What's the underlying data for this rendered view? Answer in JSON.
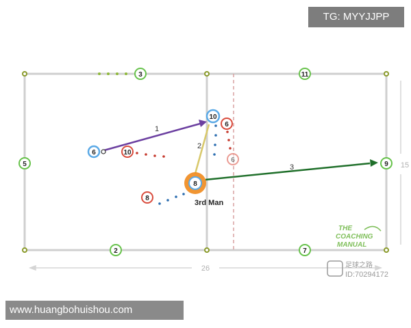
{
  "watermark_top": "TG: MYYJJPP",
  "watermark_bottom": "www.huangbohuishou.com",
  "pitch": {
    "width_label": "26",
    "height_label": "15",
    "logo_line1": "THE",
    "logo_line2": "COACHING",
    "logo_line3": "MANUAL",
    "source_line1": "足球之路",
    "source_line2": "ID:70294172"
  },
  "players": {
    "green_top": "3",
    "green_top_right": "11",
    "green_left": "5",
    "green_right": "9",
    "green_bottom": "2",
    "green_bottom_right": "7",
    "blue_left": "6",
    "blue_top": "10",
    "center": "8",
    "red_left": "10",
    "red_top": "6",
    "red_faded": "6",
    "red_bottom": "8"
  },
  "passes": {
    "pass1": "1",
    "pass2": "2",
    "pass3": "3"
  },
  "third_man_label": "3rd Man",
  "colors": {
    "field_line": "#cfcfcf",
    "green_ring": "#66c24a",
    "blue_ring": "#5aa9e6",
    "red_ring": "#d94b3c",
    "orange_ring": "#f08a1c",
    "arrow1": "#6b3fa0",
    "arrow2": "#d8c86a",
    "arrow3": "#1f6f2a"
  }
}
